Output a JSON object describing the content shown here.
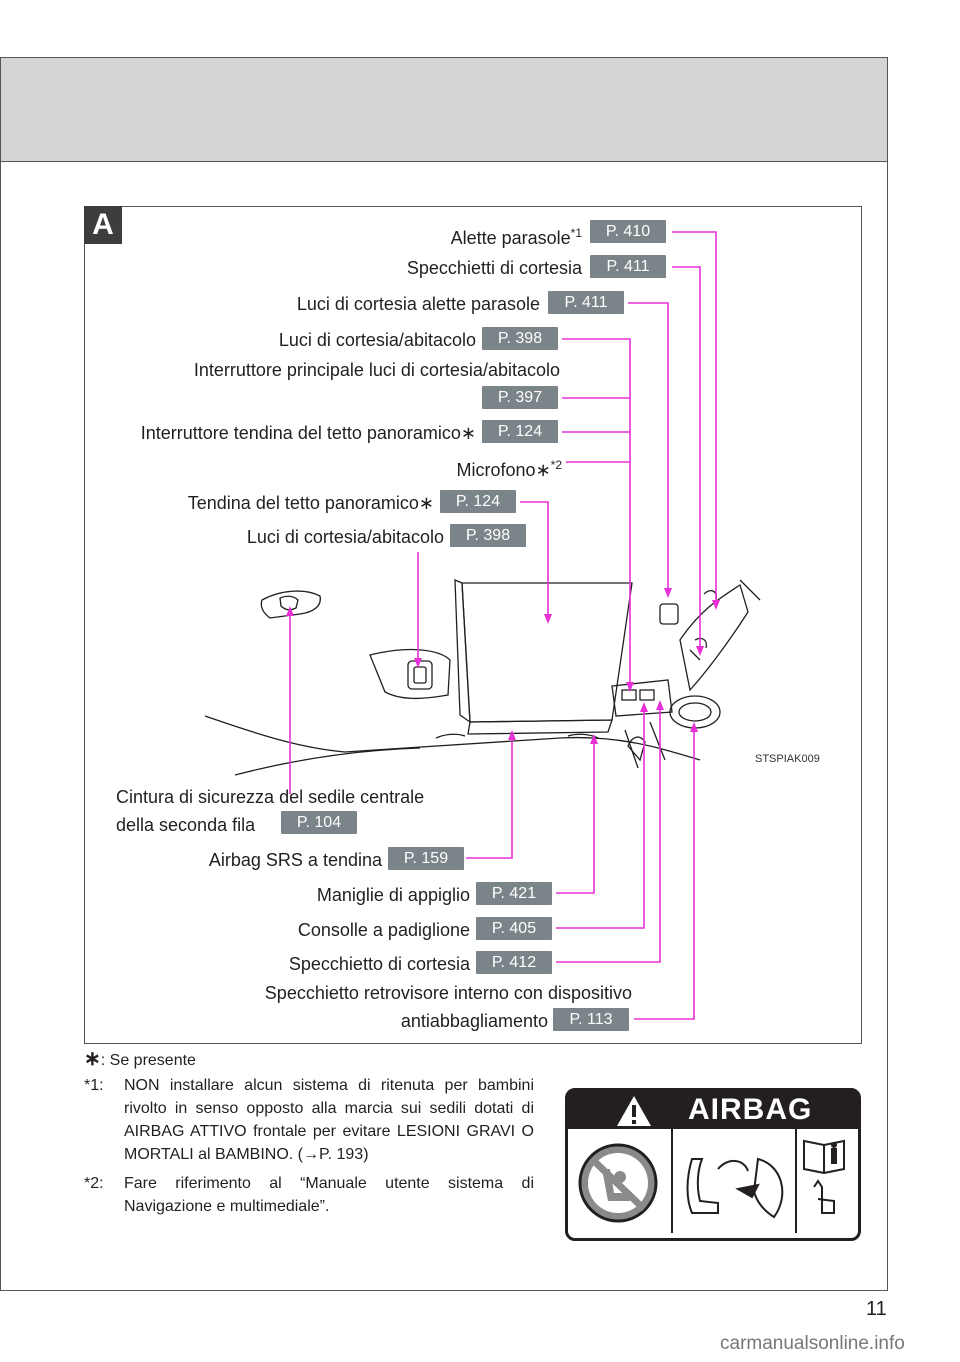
{
  "section_letter": "A",
  "labels": {
    "alette": "Alette parasole",
    "alette_sup": "*1",
    "specchietti_cortesia": "Specchietti di cortesia",
    "luci_alette": "Luci di cortesia alette parasole",
    "luci_abitacolo_1": "Luci di cortesia/abitacolo",
    "interruttore_principale": "Interruttore principale luci di cortesia/abitacolo",
    "interruttore_tendina": "Interruttore tendina del tetto panoramico∗",
    "microfono": "Microfono∗",
    "microfono_sup": "*2",
    "tendina": "Tendina del tetto panoramico∗",
    "luci_abitacolo_2": "Luci di cortesia/abitacolo",
    "cintura_1": "Cintura di sicurezza del sedile centrale",
    "cintura_2": "della seconda fila",
    "airbag_srs": "Airbag SRS a tendina",
    "maniglie": "Maniglie di appiglio",
    "consolle": "Consolle a padiglione",
    "specchietto_cortesia": "Specchietto di cortesia",
    "retrovisore_1": "Specchietto retrovisore interno con dispositivo",
    "retrovisore_2": "antiabbagliamento"
  },
  "refs": {
    "alette": "P. 410",
    "specchietti_cortesia": "P. 411",
    "luci_alette": "P. 411",
    "luci_abitacolo_1": "P. 398",
    "interruttore_principale": "P. 397",
    "interruttore_tendina": "P. 124",
    "tendina": "P. 124",
    "luci_abitacolo_2": "P. 398",
    "cintura": "P. 104",
    "airbag_srs": "P. 159",
    "maniglie": "P. 421",
    "consolle": "P. 405",
    "specchietto_cortesia": "P. 412",
    "retrovisore": "P. 113"
  },
  "image_code": "STSPIAK009",
  "notes": {
    "star": "∗",
    "star_text": ": Se presente",
    "n1_mark": "*1:",
    "n1_text": "NON installare alcun sistema di ritenuta per bambini rivolto in senso opposto alla marcia sui sedili dotati di AIRBAG ATTIVO frontale per evitare LESIONI GRAVI O MORTALI al BAMBINO. (→P. 193)",
    "n2_mark": "*2:",
    "n2_text": "Fare riferimento al “Manuale utente sistema di Navigazione e multimediale”."
  },
  "airbag_label": "AIRBAG",
  "page_number": "11",
  "watermark": "carmanualsonline.info",
  "colors": {
    "leader": "#e830d8",
    "badge": "#7b8489",
    "header_band": "#d3d5d6"
  }
}
